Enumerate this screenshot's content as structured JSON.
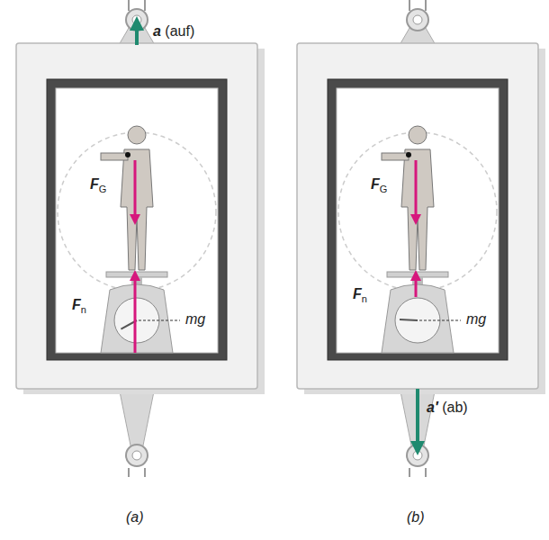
{
  "diagram": {
    "labels": [
      "a (auf)",
      "FG",
      "Fn",
      "mg",
      "FG",
      "Fn",
      "mg",
      "a′ (ab)",
      "(a)",
      "(b)"
    ]
  }
}
